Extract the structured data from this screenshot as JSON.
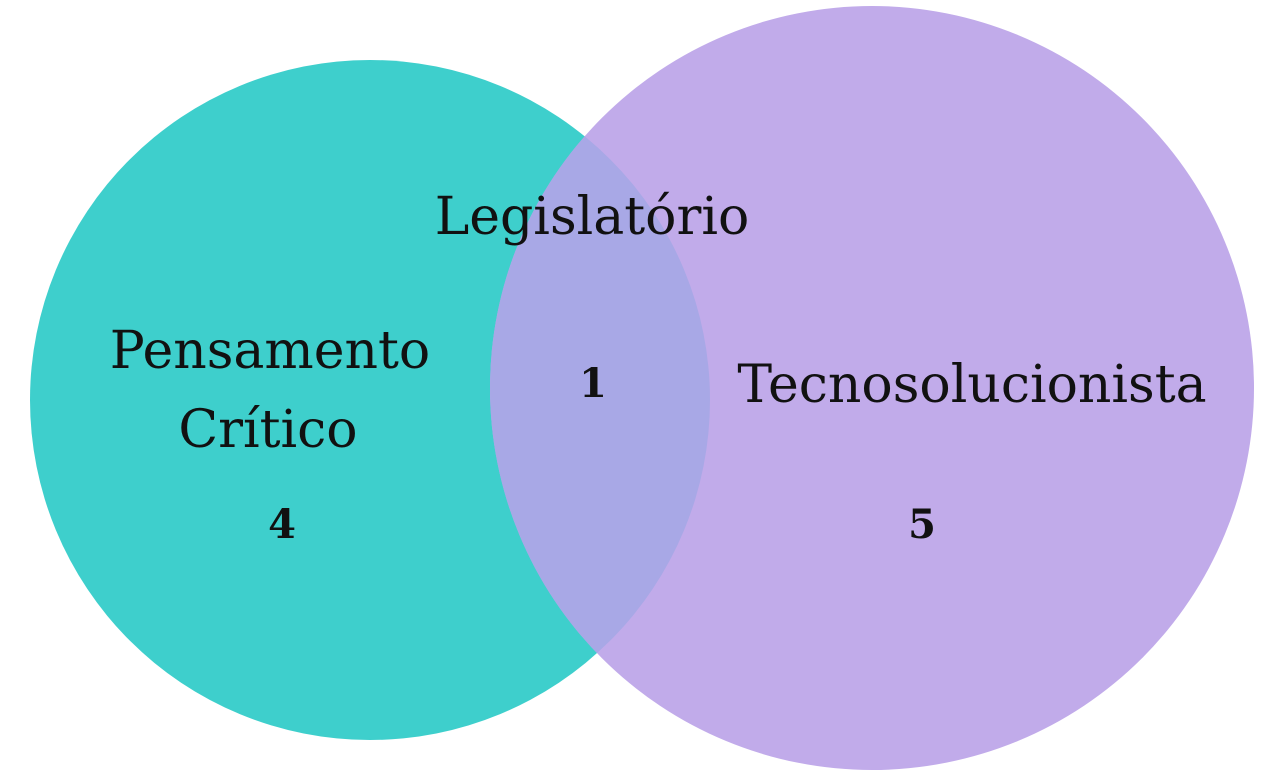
{
  "venn": {
    "sets": [
      {
        "label_line1": "Pensamento",
        "label_line2": "Crítico",
        "count": "4",
        "color": "#3ecfcc"
      },
      {
        "label": "Tecnosolucionista",
        "count": "5",
        "color": "#c1abea"
      }
    ],
    "intersection": {
      "label": "Legislatório",
      "count": "1",
      "color": "#a8a8e6"
    }
  }
}
